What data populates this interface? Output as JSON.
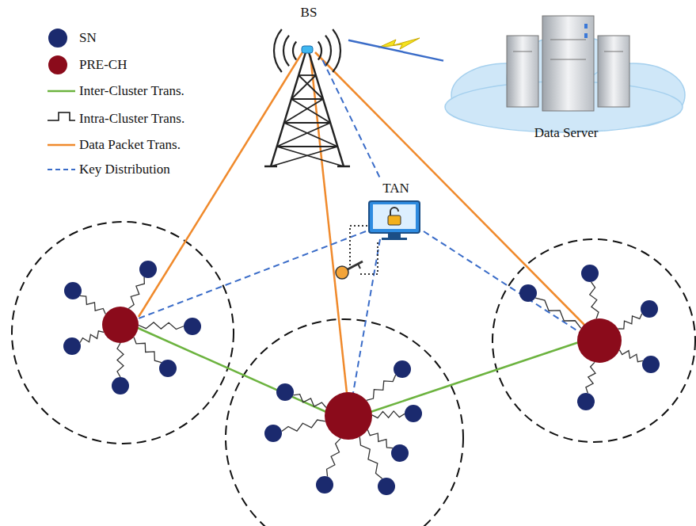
{
  "diagram": {
    "nodes": [
      {
        "text": [
          "BS"
        ]
      },
      {
        "text": [
          "Data Server"
        ]
      },
      {
        "text": [
          "TAN"
        ]
      }
    ],
    "edges": [
      {
        "from": 0,
        "to": 1,
        "arrow": "none"
      },
      {
        "from": 0,
        "to": 2,
        "arrow": "none"
      }
    ],
    "legend": [
      {
        "text": "SN",
        "color": "#1b2a6e"
      },
      {
        "text": "PRE-CH",
        "color": "#8b0b1b"
      },
      {
        "text": "Inter-Cluster Trans."
      },
      {
        "text": "Intra-Cluster Trans."
      },
      {
        "text": "Data Packet Trans."
      },
      {
        "text": "Key Distribution"
      }
    ]
  }
}
